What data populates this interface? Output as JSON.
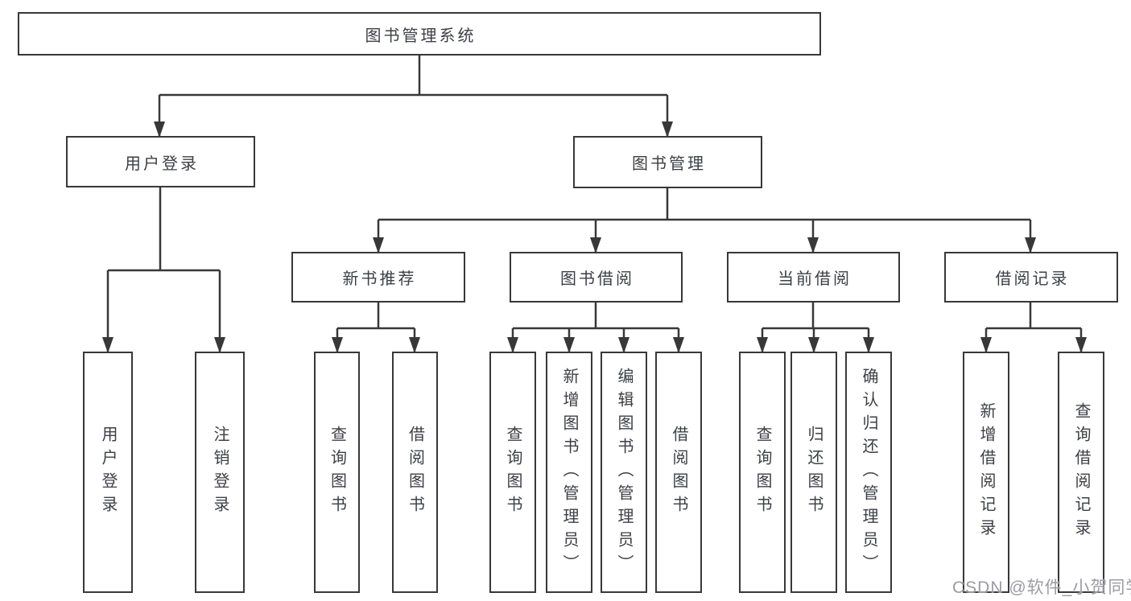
{
  "tree": {
    "root": "图书管理系统",
    "children": [
      {
        "label": "用户登录",
        "children": [
          "用户登录",
          "注销登录"
        ]
      },
      {
        "label": "图书管理",
        "children": [
          {
            "label": "新书推荐",
            "children": [
              "查询图书",
              "借阅图书"
            ]
          },
          {
            "label": "图书借阅",
            "children": [
              "查询图书",
              "新增图书（管理员）",
              "编辑图书（管理员）",
              "借阅图书"
            ]
          },
          {
            "label": "当前借阅",
            "children": [
              "查询图书",
              "归还图书",
              "确认归还（管理员）"
            ]
          },
          {
            "label": "借阅记录",
            "children": [
              "新增借阅记录",
              "查询借阅记录"
            ]
          }
        ]
      }
    ]
  },
  "watermark": "CSDN @软件_小贺同学",
  "colors": {
    "line": "#383838",
    "box_border": "#383838",
    "text": "#3c3f44",
    "watermark": "#9b9ba3",
    "background": "#ffffff"
  }
}
